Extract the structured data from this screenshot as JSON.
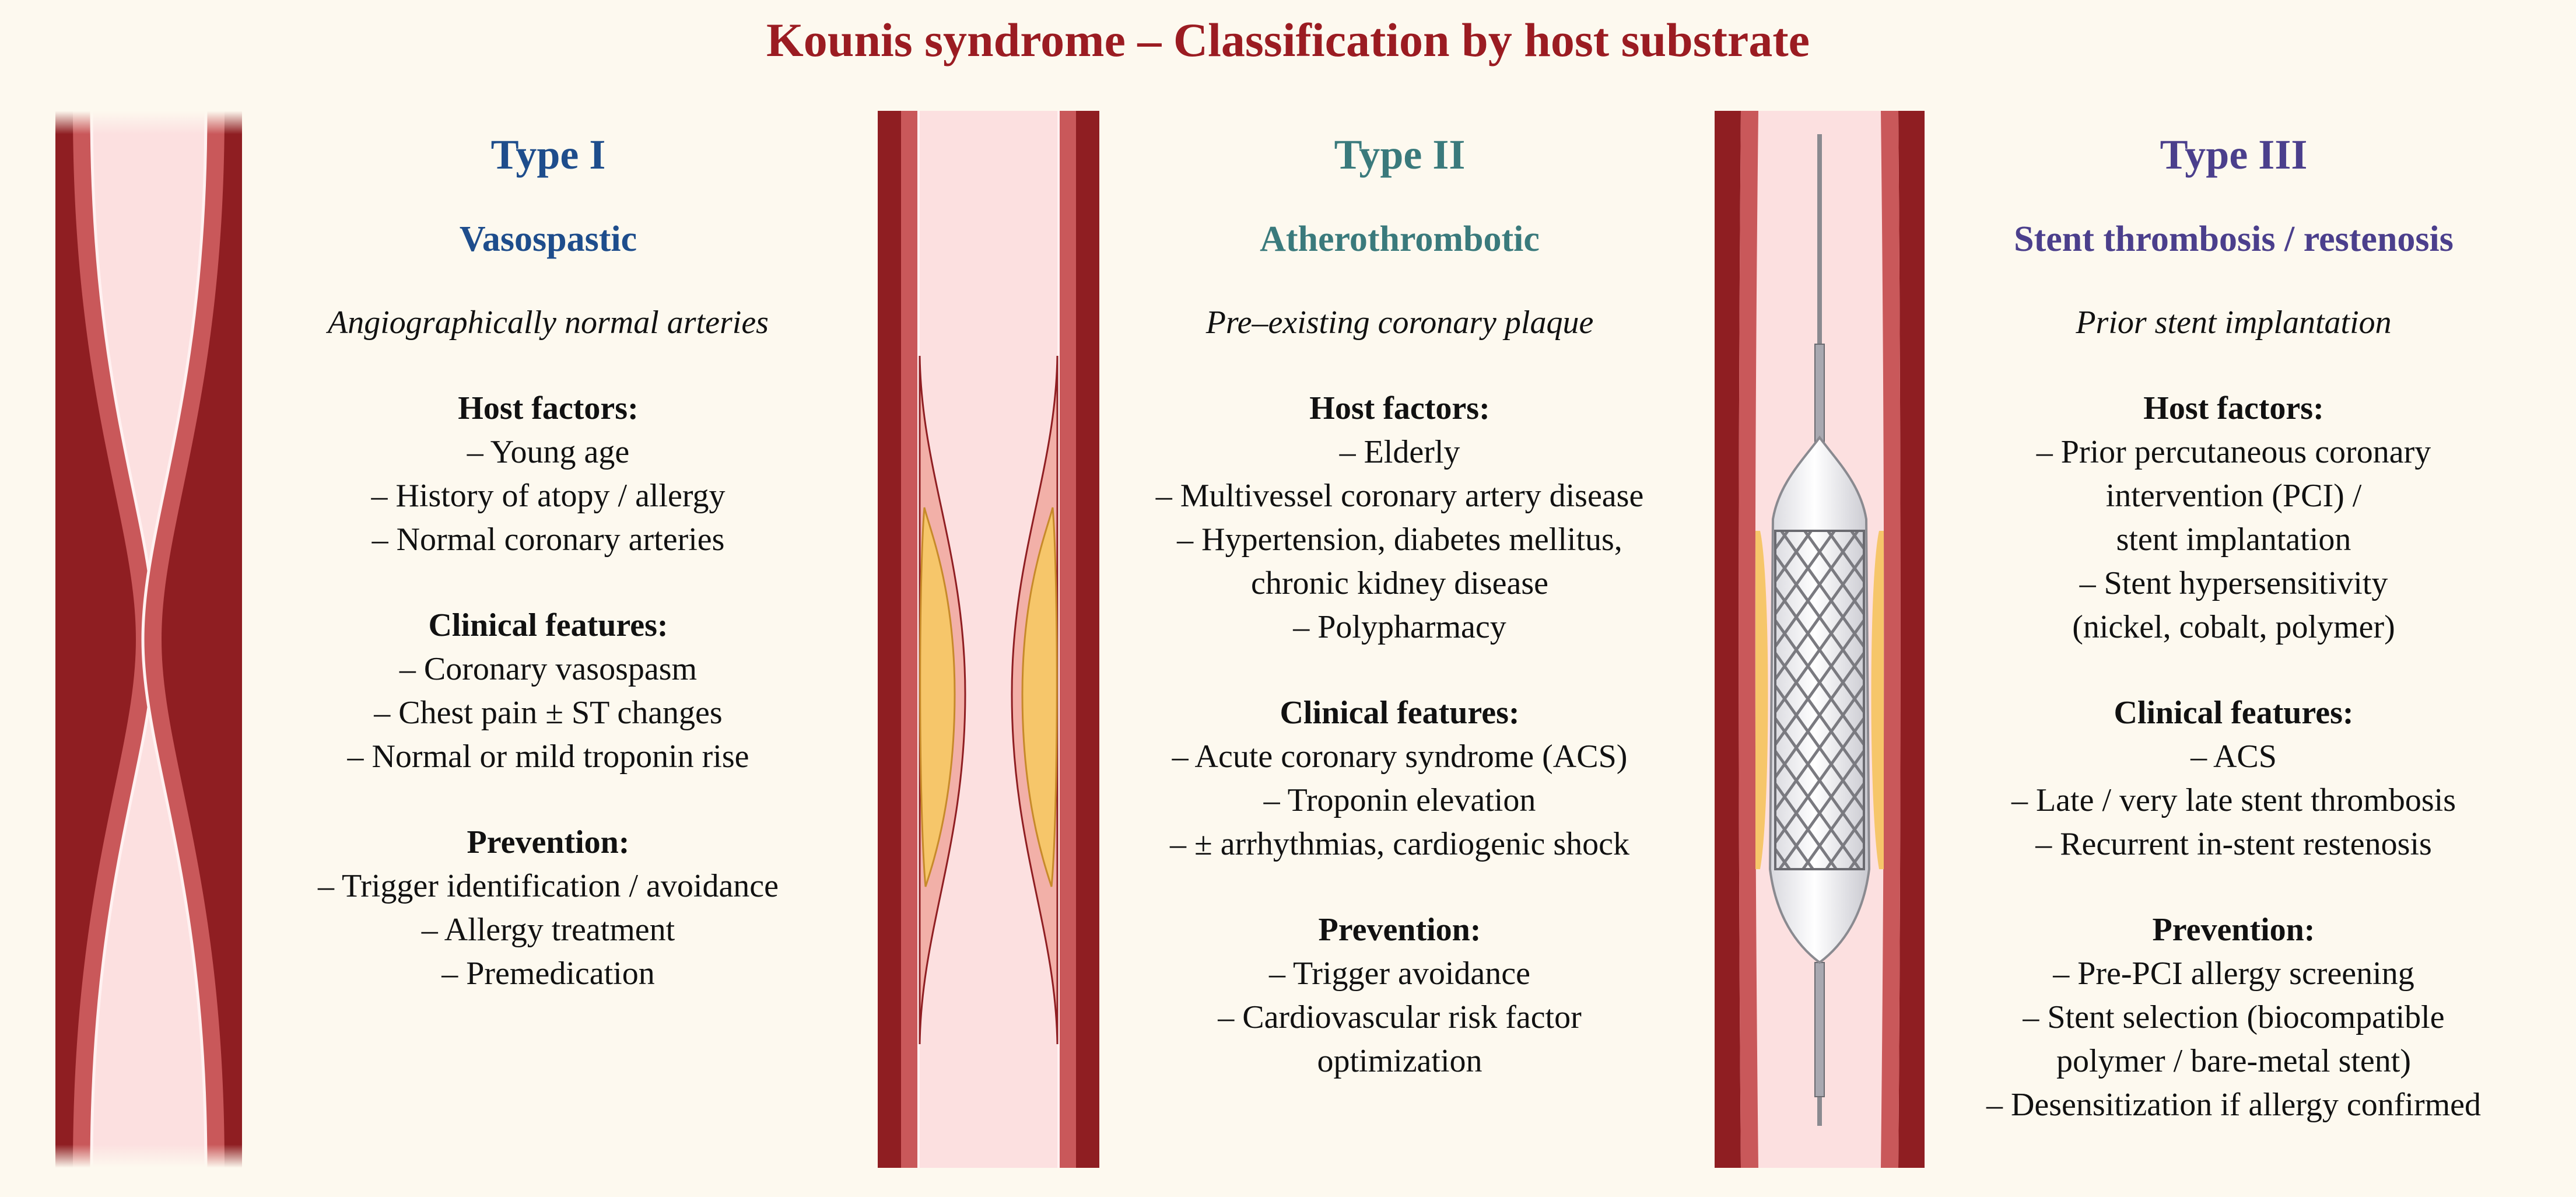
{
  "title": "Kounis syndrome – Classification by host substrate",
  "colors": {
    "title": "#9b1c22",
    "type1": "#1e4d8c",
    "type2": "#3a7a7c",
    "type3": "#4b3f8c",
    "vessel_wall": "#8f1e22",
    "vessel_media": "#c9585a",
    "lumen": "#fce0e0",
    "plaque": "#f6c66a"
  },
  "panels": [
    {
      "type_label": "Type I",
      "subtitle": "Vasospastic",
      "description": "Angiographically normal arteries",
      "sections": [
        {
          "title": "Host factors:",
          "items": [
            "– Young age",
            "– History of atopy / allergy",
            "– Normal coronary arteries"
          ]
        },
        {
          "title": "Clinical features:",
          "items": [
            "– Coronary vasospasm",
            "– Chest pain ± ST changes",
            "– Normal or mild troponin rise"
          ]
        },
        {
          "title": "Prevention:",
          "items": [
            "– Trigger identification / avoidance",
            "– Allergy treatment",
            "– Premedication"
          ]
        }
      ]
    },
    {
      "type_label": "Type II",
      "subtitle": "Atherothrombotic",
      "description": "Pre–existing coronary plaque",
      "sections": [
        {
          "title": "Host factors:",
          "items": [
            "– Elderly",
            "– Multivessel coronary artery disease",
            "– Hypertension, diabetes mellitus,",
            "chronic kidney disease",
            "– Polypharmacy"
          ]
        },
        {
          "title": "Clinical features:",
          "items": [
            "– Acute coronary syndrome (ACS)",
            "– Troponin elevation",
            "– ± arrhythmias, cardiogenic shock"
          ]
        },
        {
          "title": "Prevention:",
          "items": [
            "– Trigger avoidance",
            "– Cardiovascular risk factor",
            "optimization"
          ]
        }
      ]
    },
    {
      "type_label": "Type III",
      "subtitle": "Stent thrombosis / restenosis",
      "description": "Prior stent implantation",
      "sections": [
        {
          "title": "Host factors:",
          "items": [
            "– Prior percutaneous coronary",
            "intervention (PCI) /",
            "stent implantation",
            "– Stent hypersensitivity",
            "(nickel, cobalt, polymer)"
          ]
        },
        {
          "title": "Clinical features:",
          "items": [
            "– ACS",
            "– Late / very late stent thrombosis",
            "– Recurrent in-stent restenosis"
          ]
        },
        {
          "title": "Prevention:",
          "items": [
            "– Pre-PCI allergy screening",
            "– Stent selection (biocompatible",
            "polymer / bare-metal stent)",
            "– Desensitization if allergy confirmed"
          ]
        }
      ]
    }
  ]
}
